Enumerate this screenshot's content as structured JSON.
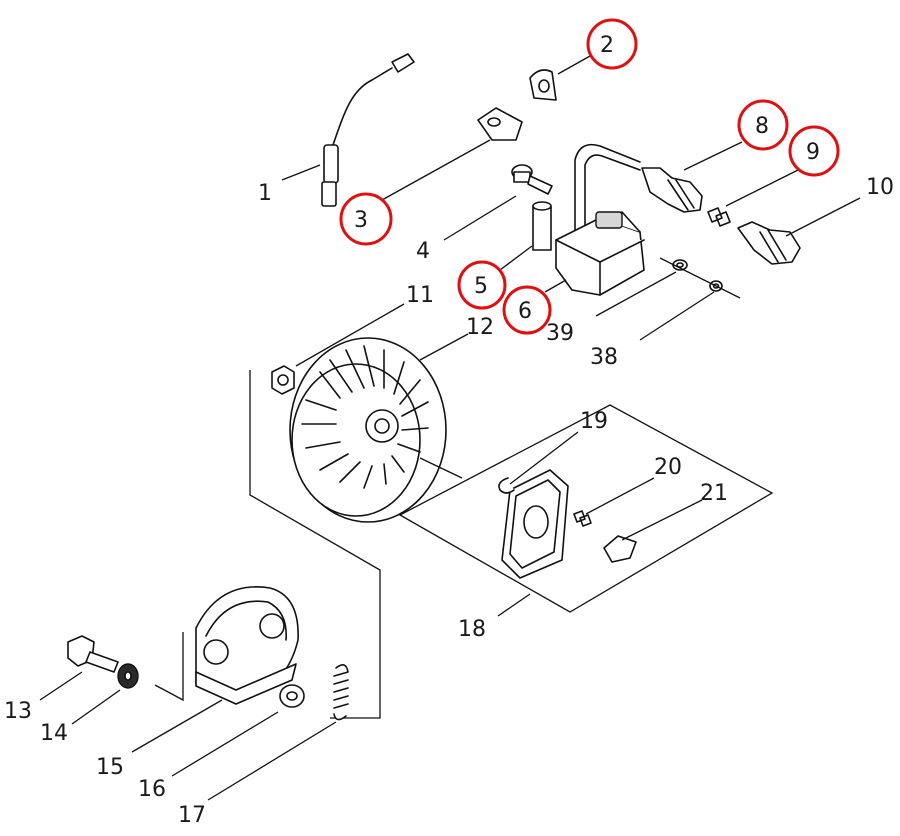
{
  "callouts": [
    {
      "id": "1",
      "label": "1",
      "highlighted": false
    },
    {
      "id": "2",
      "label": "2",
      "highlighted": true
    },
    {
      "id": "3",
      "label": "3",
      "highlighted": true
    },
    {
      "id": "4",
      "label": "4",
      "highlighted": false
    },
    {
      "id": "5",
      "label": "5",
      "highlighted": true
    },
    {
      "id": "6",
      "label": "6",
      "highlighted": true
    },
    {
      "id": "8",
      "label": "8",
      "highlighted": true
    },
    {
      "id": "9",
      "label": "9",
      "highlighted": true
    },
    {
      "id": "10",
      "label": "10",
      "highlighted": false
    },
    {
      "id": "11",
      "label": "11",
      "highlighted": false
    },
    {
      "id": "12",
      "label": "12",
      "highlighted": false
    },
    {
      "id": "13",
      "label": "13",
      "highlighted": false
    },
    {
      "id": "14",
      "label": "14",
      "highlighted": false
    },
    {
      "id": "15",
      "label": "15",
      "highlighted": false
    },
    {
      "id": "16",
      "label": "16",
      "highlighted": false
    },
    {
      "id": "17",
      "label": "17",
      "highlighted": false
    },
    {
      "id": "18",
      "label": "18",
      "highlighted": false
    },
    {
      "id": "19",
      "label": "19",
      "highlighted": false
    },
    {
      "id": "20",
      "label": "20",
      "highlighted": false
    },
    {
      "id": "21",
      "label": "21",
      "highlighted": false
    },
    {
      "id": "38",
      "label": "38",
      "highlighted": false
    },
    {
      "id": "39",
      "label": "39",
      "highlighted": false
    }
  ],
  "colors": {
    "highlight_circle": "#e01010",
    "line_art": "#111111",
    "background": "#ffffff"
  }
}
